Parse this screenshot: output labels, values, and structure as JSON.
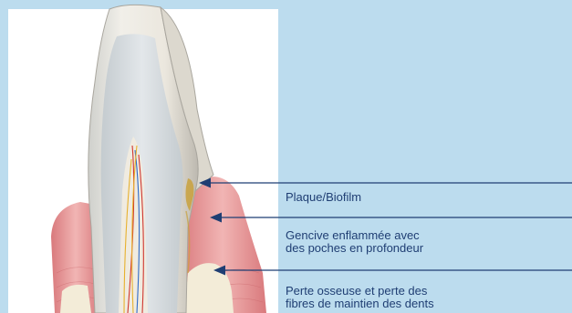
{
  "labels": {
    "plaque": "Plaque/Biofilm",
    "gencive_line1": "Gencive enflammée avec",
    "gencive_line2": "des poches en profondeur",
    "perte_line1": "Perte osseuse et perte des",
    "perte_line2": "fibres de maintien des dents"
  },
  "colors": {
    "background": "#bcdcee",
    "panel": "#ffffff",
    "gum": "#e79a9c",
    "gum_light": "#f3c3c1",
    "enamel": "#ece7dc",
    "dentin": "#d8dde0",
    "bone": "#f3ecd8",
    "arrow": "#1f3e73",
    "label_text": "#1f3e73"
  }
}
